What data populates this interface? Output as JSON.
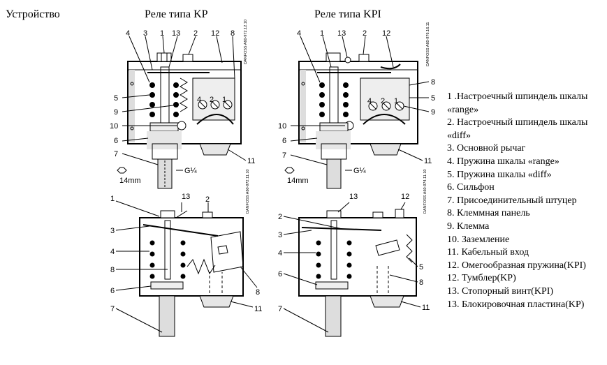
{
  "titles": {
    "device": "Устройство",
    "kp": "Реле типа KP",
    "kpi": "Реле типа KPI"
  },
  "callouts": {
    "d1": [
      "4",
      "3",
      "1",
      "13",
      "2",
      "12",
      "8",
      "5",
      "9",
      "10",
      "6",
      "7",
      "11"
    ],
    "d2": [
      "4",
      "1",
      "13",
      "2",
      "12",
      "8",
      "5",
      "9",
      "10",
      "6",
      "7",
      "11"
    ],
    "d3": [
      "1",
      "13",
      "2",
      "3",
      "4",
      "8",
      "6",
      "7",
      "8",
      "11"
    ],
    "d4": [
      "13",
      "12",
      "2",
      "3",
      "4",
      "6",
      "7",
      "5",
      "8",
      "11"
    ],
    "terminals": [
      "4",
      "2",
      "1"
    ]
  },
  "dimensions": {
    "hex": "14mm",
    "thread": "G¼"
  },
  "stamps": {
    "d1": "DANFOSS A60-972.12.10",
    "d2": "DANFOSS A60-976.16.11",
    "d3": "DANFOSS A60-972.11.10",
    "d4": "DANFOSS A60-974.11.10"
  },
  "legend": [
    "1 .Настроечный шпиндель шкалы «range»",
    "2. Настроечный шпиндель шкалы «diff»",
    "3. Основной рычаг",
    "4. Пружина шкалы «range»",
    "5. Пружина шкалы «diff»",
    "6. Сильфон",
    "7. Присоединительный штуцер",
    "8. Клеммная панель",
    "9. Клемма",
    "10. Заземление",
    "11. Кабельный вход",
    "12. Омегообразная пружина(KPI)",
    "12. Тумблер(KP)",
    "13. Стопорный винт(KPI)",
    "13. Блокировочная пластина(KP)"
  ]
}
